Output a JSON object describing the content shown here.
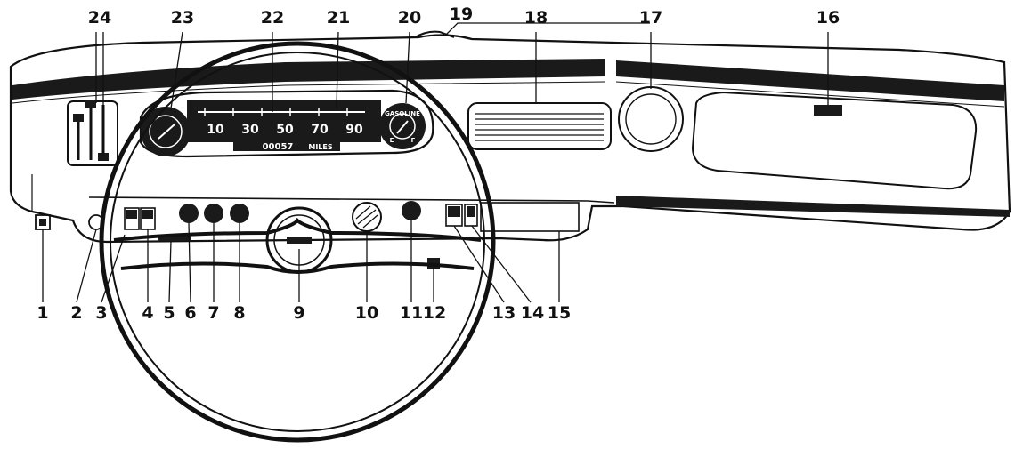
{
  "speedometer": {
    "scale": [
      "10",
      "30",
      "50",
      "70",
      "90"
    ],
    "odometer_digits": "00057",
    "odometer_unit": "MILES"
  },
  "fuel_gauge": {
    "label": "GASOLINE",
    "empty": "E",
    "full": "F"
  },
  "callouts": [
    {
      "id": "1",
      "label": "1"
    },
    {
      "id": "2",
      "label": "2"
    },
    {
      "id": "3",
      "label": "3"
    },
    {
      "id": "4",
      "label": "4"
    },
    {
      "id": "5",
      "label": "5"
    },
    {
      "id": "6",
      "label": "6"
    },
    {
      "id": "7",
      "label": "7"
    },
    {
      "id": "8",
      "label": "8"
    },
    {
      "id": "9",
      "label": "9"
    },
    {
      "id": "10",
      "label": "10"
    },
    {
      "id": "11",
      "label": "11"
    },
    {
      "id": "12",
      "label": "12"
    },
    {
      "id": "13",
      "label": "13"
    },
    {
      "id": "14",
      "label": "14"
    },
    {
      "id": "15",
      "label": "15"
    },
    {
      "id": "16",
      "label": "16"
    },
    {
      "id": "17",
      "label": "17"
    },
    {
      "id": "18",
      "label": "18"
    },
    {
      "id": "19",
      "label": "19"
    },
    {
      "id": "20",
      "label": "20"
    },
    {
      "id": "21",
      "label": "21"
    },
    {
      "id": "22",
      "label": "22"
    },
    {
      "id": "23",
      "label": "23"
    },
    {
      "id": "24",
      "label": "24"
    }
  ]
}
